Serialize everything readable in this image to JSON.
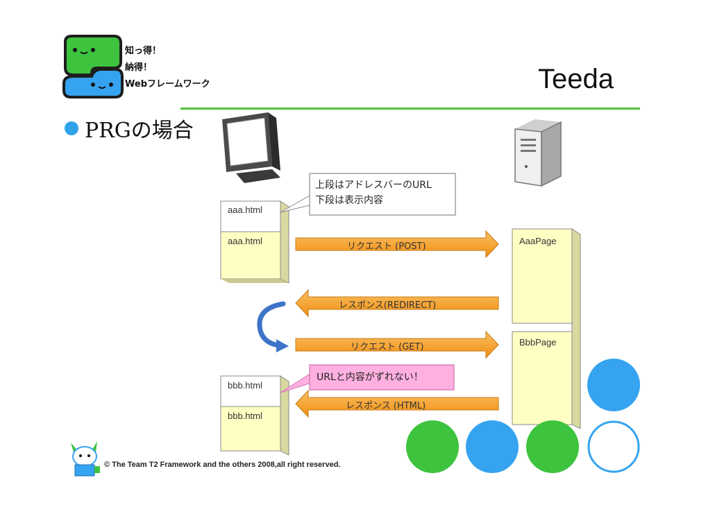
{
  "logo": {
    "line1": "知っ得！",
    "line2": "納得！",
    "line3": "Webフレームワーク",
    "icon": "blob-characters-logo"
  },
  "header": {
    "title": "Teeda"
  },
  "slide": {
    "bullet": "PRGの場合"
  },
  "diagram": {
    "client_icon": "monitor-icon",
    "server_icon": "server-tower-icon",
    "browser_top": {
      "url1": "aaa.html",
      "content1": "aaa.html"
    },
    "browser_bottom": {
      "url2": "bbb.html",
      "content2": "bbb.html"
    },
    "server_pages": {
      "page1": "AaaPage",
      "page2": "BbbPage"
    },
    "arrows": {
      "request_post": "リクエスト (POST)",
      "response_redirect": "レスポンス(REDIRECT)",
      "request_get": "リクエスト (GET)",
      "response_html": "レスポンス (HTML)"
    },
    "callout_note": {
      "line1": "上段はアドレスバーのURL",
      "line2": "下段は表示内容"
    },
    "callout_pink": "URLと内容がずれない！"
  },
  "footer": {
    "copyright": "© The Team T2 Framework and the others 2008,all right reserved.",
    "mascot": "mascot-icon"
  },
  "colors": {
    "green": "#3ec33e",
    "blue": "#36a3f0",
    "orange": "#f7a12a",
    "page_yellow": "#ffffc4",
    "pink": "#ffb0e0"
  }
}
